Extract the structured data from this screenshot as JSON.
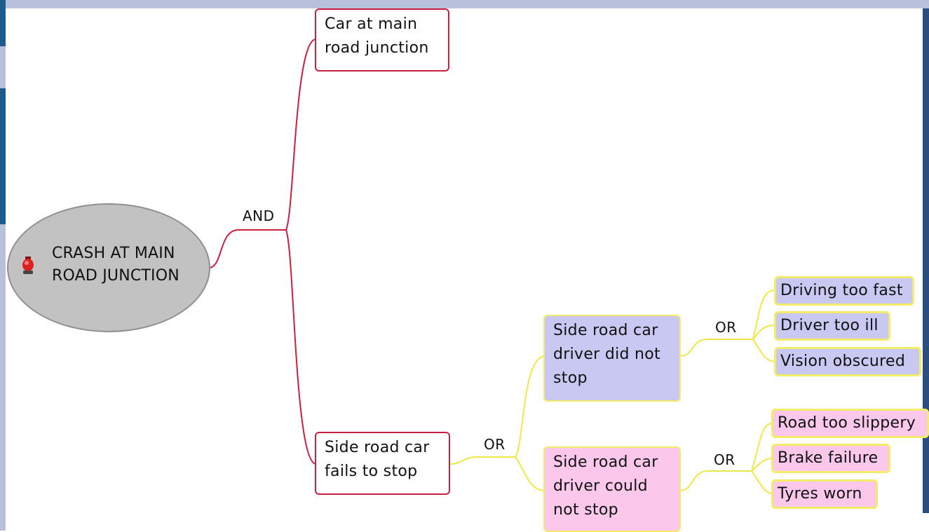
{
  "root": {
    "line1": "CRASH AT MAIN",
    "line2": "ROAD JUNCTION",
    "icon": "bomb-icon"
  },
  "gates": {
    "root": "AND",
    "side_road": "OR",
    "did_not_stop": "OR",
    "could_not_stop": "OR"
  },
  "nodes": {
    "car_at_main": {
      "line1": "Car at main",
      "line2": "road junction"
    },
    "side_fails": {
      "line1": "Side road car",
      "line2": "fails to stop"
    },
    "did_not_stop": {
      "line1": "Side road car",
      "line2": "driver did not",
      "line3": "stop"
    },
    "could_not_stop": {
      "line1": "Side road car",
      "line2": "driver could",
      "line3": "not stop"
    }
  },
  "leaves": {
    "driving_fast": "Driving too fast",
    "driver_ill": "Driver too ill",
    "vision": "Vision obscured",
    "road_slippery": "Road too slippery",
    "brake": "Brake failure",
    "tyres": "Tyres worn"
  },
  "colors": {
    "and_branch": "#c8203e",
    "or_branch": "#f0e84a",
    "blue_fill": "#c8c8f2",
    "pink_fill": "#fbc8ec",
    "root_fill": "#c2c2c2"
  }
}
